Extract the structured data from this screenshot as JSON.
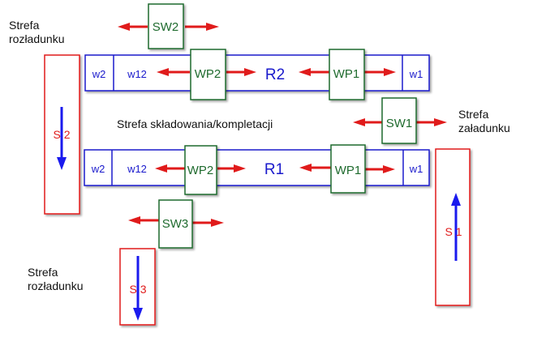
{
  "zones": {
    "unload_top": [
      "Strefa",
      "rozładunku"
    ],
    "unload_bottom": [
      "Strefa",
      "rozładunku"
    ],
    "load": [
      "Strefa",
      "załadunku"
    ],
    "storage": "Strefa składowania/kompletacji"
  },
  "rails": {
    "r2": {
      "label": "R2",
      "w_left": "w2",
      "w_mid": "w12",
      "w_right": "w1",
      "wp_left": "WP2",
      "wp_right": "WP1"
    },
    "r1": {
      "label": "R1",
      "w_left": "w2",
      "w_mid": "w12",
      "w_right": "w1",
      "wp_left": "WP2",
      "wp_right": "WP1"
    }
  },
  "switches": {
    "sw1": "SW1",
    "sw2": "SW2",
    "sw3": "SW3"
  },
  "conveyors": {
    "s1": "S 1",
    "s2": "S 2",
    "s3": "S 3"
  },
  "colors": {
    "blue": "#1a1acc",
    "green": "#1f6b2e",
    "red": "#e01b1b",
    "arrow_blue": "#1a1aee"
  }
}
